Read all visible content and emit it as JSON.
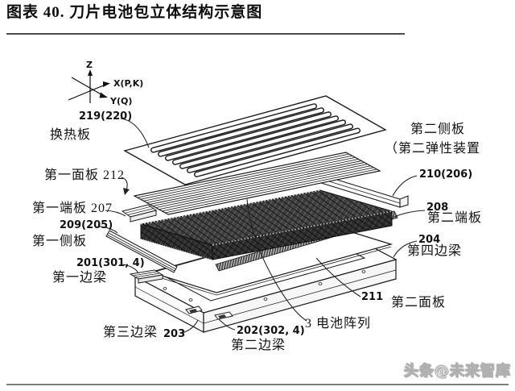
{
  "title": {
    "text": "图表 40. 刀片电池包立体结构示意图"
  },
  "axis": {
    "z": "Z",
    "x": "X(P,K)",
    "y": "Y(Q)"
  },
  "parts": {
    "heat_plate_num": "219(220)",
    "heat_plate": "换热板",
    "first_panel": "第一面板 212",
    "first_end_plate": "第一端板 207",
    "first_side_plate_num": "209(205)",
    "first_side_plate": "第一侧板",
    "first_side_beam_num": "201(301, 4)",
    "first_side_beam": "第一边梁",
    "third_side_beam": "第三边梁",
    "third_side_beam_num": "203",
    "second_side_beam_num": "202(302, 4)",
    "second_side_beam": "第二边梁",
    "battery_array": "3 电池阵列",
    "second_panel_num": "211",
    "second_panel": "第二面板",
    "fourth_side_beam_num": "204",
    "fourth_side_beam": "第四边梁",
    "second_end_plate_num": "208",
    "second_end_plate": "第二端板",
    "second_side_plate_num": "210(206)",
    "second_side_plate_line1": "第二侧板",
    "second_side_plate_line2": "（第二弹性装置"
  },
  "watermark": {
    "text": "头条@未来智库"
  },
  "colors": {
    "line": "#1a1a1a",
    "title_rule": "#4a4a4a",
    "bottom_rule": "#7d7d7d",
    "array_fill": "#3f3f3f"
  }
}
